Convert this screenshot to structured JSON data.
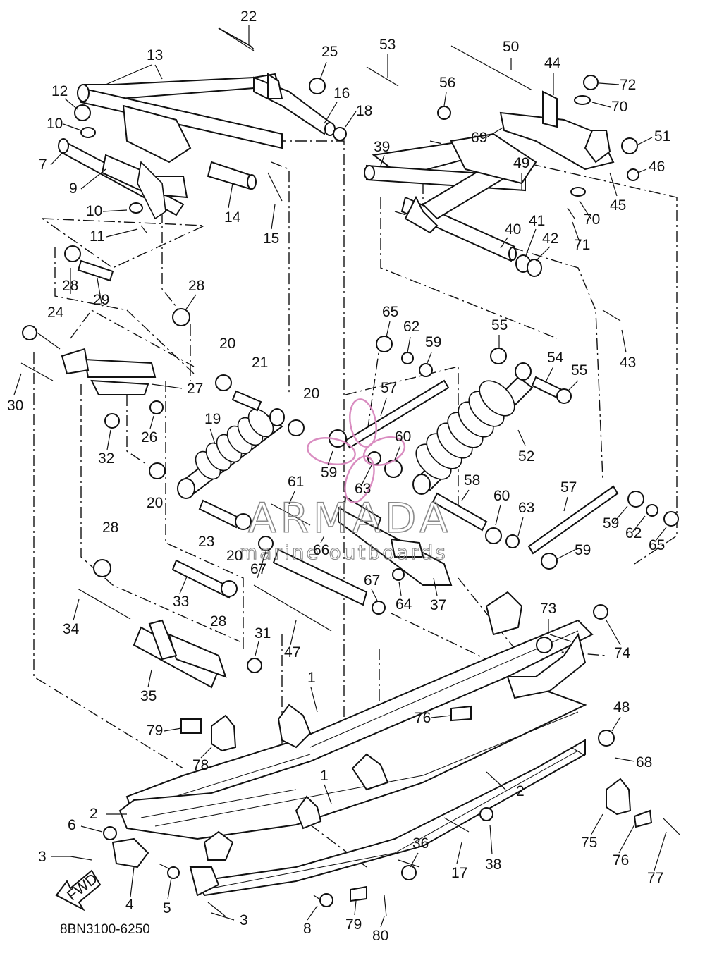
{
  "figure": {
    "code": "8BN3100-6250",
    "watermark_brand": "ARMADA",
    "watermark_tagline": "marine outboards",
    "direction_label": "FWD"
  },
  "callouts": [
    "1",
    "2",
    "3",
    "4",
    "5",
    "6",
    "7",
    "8",
    "9",
    "10",
    "11",
    "12",
    "13",
    "14",
    "15",
    "16",
    "17",
    "18",
    "19",
    "20",
    "21",
    "22",
    "23",
    "24",
    "25",
    "26",
    "27",
    "28",
    "29",
    "30",
    "31",
    "32",
    "33",
    "34",
    "35",
    "36",
    "37",
    "38",
    "39",
    "40",
    "41",
    "42",
    "43",
    "44",
    "45",
    "46",
    "47",
    "48",
    "49",
    "50",
    "51",
    "52",
    "53",
    "54",
    "55",
    "56",
    "57",
    "58",
    "59",
    "60",
    "61",
    "62",
    "63",
    "64",
    "65",
    "66",
    "67",
    "68",
    "69",
    "70",
    "71",
    "72",
    "73",
    "74",
    "75",
    "76",
    "77",
    "78",
    "79",
    "80"
  ]
}
